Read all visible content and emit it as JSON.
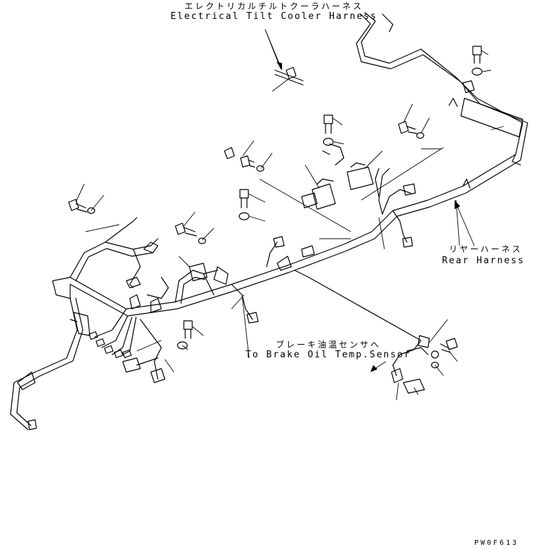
{
  "labels": {
    "tilt_cooler_jp": "エレクトリカルチルトクーラハーネス",
    "tilt_cooler_en": "Electrical Tilt Cooler Harness",
    "rear_jp": "リヤーハーネス",
    "rear_en": "Rear Harness",
    "brake_jp": "ブレーキ油温センサへ",
    "brake_en": "To Brake Oil Temp.Sensor",
    "drawing_code": "PW0F613"
  }
}
